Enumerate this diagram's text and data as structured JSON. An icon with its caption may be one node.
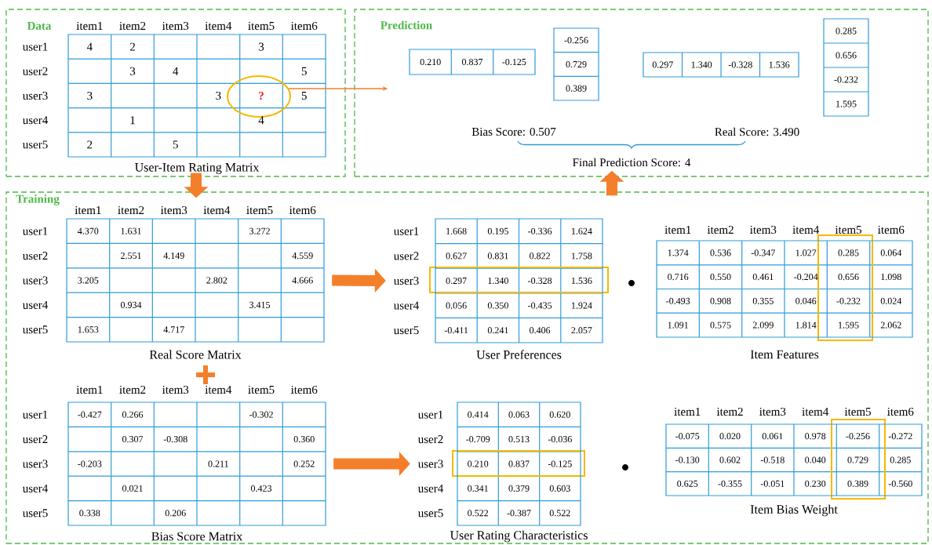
{
  "diagram": {
    "nodes": [
      {
        "text": [
          "Data"
        ]
      },
      {
        "text": [
          "User-Item Rating Matrix"
        ],
        "in": 0
      },
      {
        "text": [
          "Prediction"
        ]
      },
      {
        "text": [
          "Training"
        ]
      },
      {
        "text": [
          "Real Score Matrix"
        ],
        "in": 3
      },
      {
        "text": [
          "User Preferences"
        ],
        "in": 3
      },
      {
        "text": [
          "Item Features"
        ],
        "in": 3
      },
      {
        "text": [
          "Bias Score Matrix"
        ],
        "in": 3
      },
      {
        "text": [
          "User Rating Characteristics"
        ],
        "in": 3
      },
      {
        "text": [
          "Item Bias Weight"
        ],
        "in": 3
      },
      {
        "text": [],
        "shape": "circle",
        "in": 1
      }
    ],
    "edges": [
      {
        "from": 0,
        "to": 3,
        "arrow": "to"
      },
      {
        "from": 3,
        "to": 2,
        "arrow": "to"
      },
      {
        "from": 10,
        "to": 2,
        "arrow": "to"
      },
      {
        "from": 4,
        "to": 5,
        "arrow": "to"
      },
      {
        "from": 7,
        "to": 8,
        "arrow": "to"
      }
    ],
    "labels": [
      "item1",
      "item2",
      "item3",
      "item4",
      "item5",
      "item6",
      "user1",
      "4",
      "2",
      "3",
      "user2",
      "3",
      "4",
      "5",
      "user3",
      "3",
      "3",
      "?",
      "5",
      "user4",
      "1",
      "4",
      "user5",
      "2",
      "5",
      "0.210",
      "0.837",
      "-0.125",
      "-0.256",
      "0.729",
      "0.389",
      "0.297",
      "1.340",
      "-0.328",
      "1.536",
      "0.285",
      "0.656",
      "-0.232",
      "1.595",
      "Bias Score: 0.507",
      "Real Score: 3.490",
      "Final Prediction Score: 4",
      "item1",
      "item2",
      "item3",
      "item4",
      "item5",
      "item6",
      "user1",
      "4.370",
      "1.631",
      "3.272",
      "user2",
      "2.551",
      "4.149",
      "4.559",
      "user3",
      "3.205",
      "2.802",
      "4.666",
      "user4",
      "0.934",
      "3.415",
      "user5",
      "1.653",
      "4.717",
      "user1",
      "1.668",
      "0.195",
      "-0.336",
      "1.624",
      "user2",
      "0.627",
      "0.831",
      "0.822",
      "1.758",
      "user3",
      "0.297",
      "1.340",
      "-0.328",
      "1.536",
      "user4",
      "0.056",
      "0.350",
      "-0.435",
      "1.924",
      "user5",
      "-0.411",
      "0.241",
      "0.406",
      "2.057",
      "item1",
      "item2",
      "item3",
      "item4",
      "item5",
      "item6",
      "1.374",
      "0.536",
      "-0.347",
      "1.027",
      "0.285",
      "0.064",
      "0.716",
      "0.550",
      "0.461",
      "-0.204",
      "0.656",
      "1.098",
      "-0.493",
      "0.908",
      "0.355",
      "0.046",
      "-0.232",
      "0.024",
      "1.091",
      "0.575",
      "2.099",
      "1.814",
      "1.595",
      "2.062",
      "item1",
      "item2",
      "item3",
      "item4",
      "item5",
      "item6",
      "user1",
      "-0.427",
      "0.266",
      "-0.302",
      "user2",
      "0.307",
      "-0.308",
      "0.360",
      "user3",
      "-0.203",
      "0.211",
      "0.252",
      "user4",
      "0.021",
      "0.423",
      "user5",
      "0.338",
      "0.206",
      "user1",
      "0.414",
      "0.063",
      "0.620",
      "user2",
      "-0.709",
      "0.513",
      "-0.036",
      "user3",
      "0.210",
      "0.837",
      "-0.125",
      "user4",
      "0.341",
      "0.379",
      "0.603",
      "user5",
      "0.522",
      "-0.387",
      "0.522",
      "item1",
      "item2",
      "item3",
      "item4",
      "item5",
      "item6",
      "-0.075",
      "0.020",
      "0.061",
      "0.978",
      "-0.256",
      "-0.272",
      "-0.130",
      "0.602",
      "-0.518",
      "0.040",
      "0.729",
      "0.285",
      "0.625",
      "-0.355",
      "-0.051",
      "0.230",
      "0.389",
      "-0.560"
    ]
  }
}
